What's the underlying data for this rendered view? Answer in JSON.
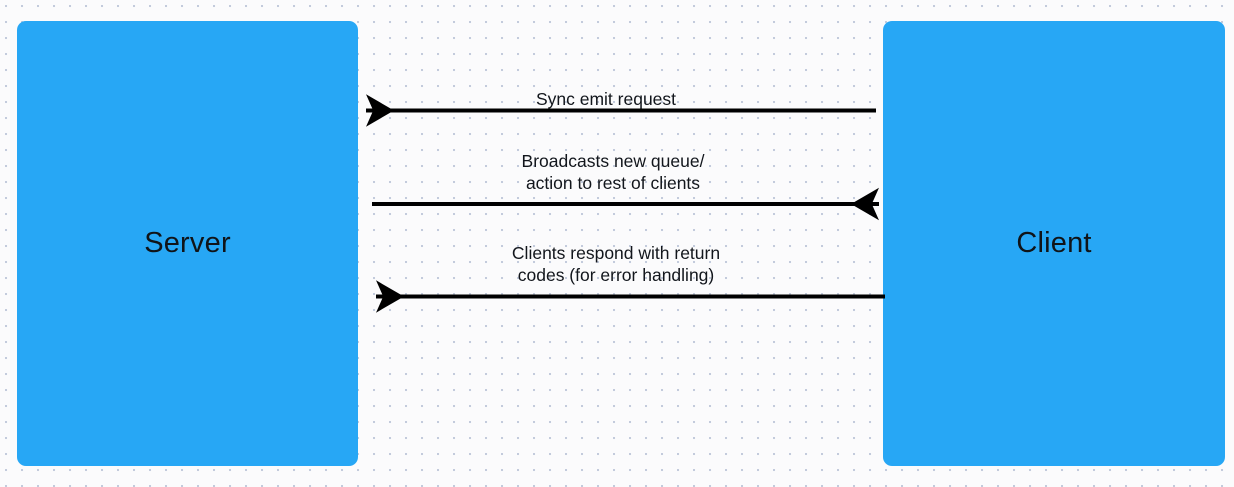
{
  "diagram": {
    "type": "sequence-diagram",
    "background_color": "#fbfbfc",
    "grid_dot_color": "#c3cbdc",
    "node_color": "#27a7f5",
    "arrow_color": "#000000",
    "text_color": "#12161c",
    "nodes": [
      {
        "id": "server",
        "label": "Server"
      },
      {
        "id": "client",
        "label": "Client"
      }
    ],
    "edges": [
      {
        "id": "edge-1",
        "label": "Sync emit request",
        "from": "client",
        "to": "server",
        "direction": "right-to-left"
      },
      {
        "id": "edge-2",
        "label": "Broadcasts new queue/\naction to rest of clients",
        "from": "server",
        "to": "client",
        "direction": "left-to-right"
      },
      {
        "id": "edge-3",
        "label": "Clients respond with return\ncodes (for error handling)",
        "from": "client",
        "to": "server",
        "direction": "right-to-left"
      }
    ]
  }
}
